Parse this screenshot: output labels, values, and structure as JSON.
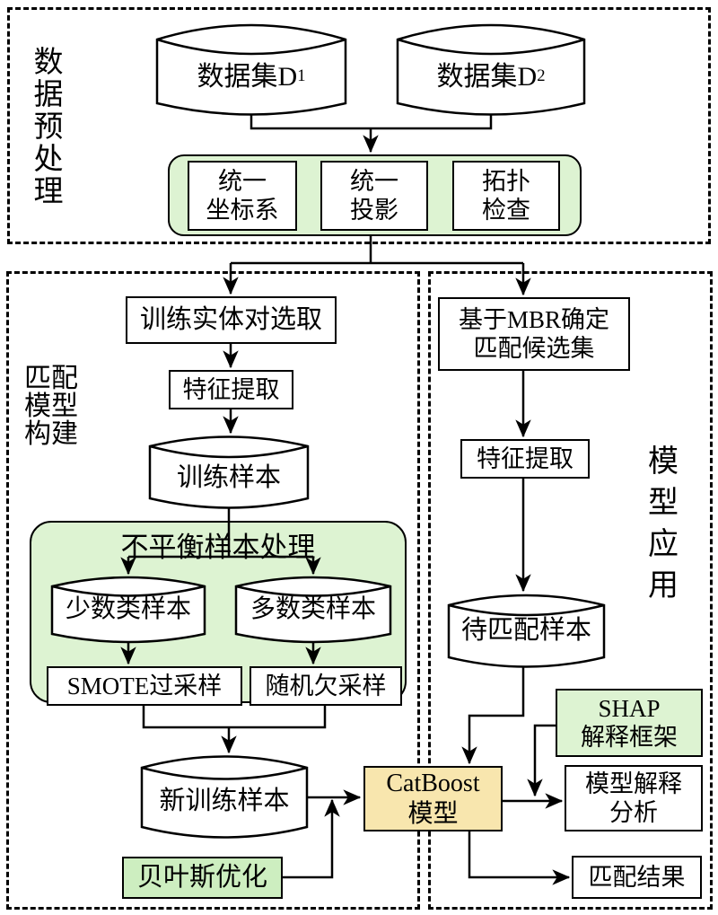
{
  "colors": {
    "green_panel": "#ddf3d2",
    "green_box": "#cdeec0",
    "orange_box": "#f8e6ae",
    "line": "#000000"
  },
  "sections": {
    "preprocess_label": "数据预处理",
    "build_label": "匹配模型构建",
    "apply_label": "模型应用"
  },
  "preprocess": {
    "dataset1_name": "数据集D",
    "dataset1_sup": "1",
    "dataset2_name": "数据集D",
    "dataset2_sup": "2",
    "step1_line1": "统一",
    "step1_line2": "坐标系",
    "step2_line1": "统一",
    "step2_line2": "投影",
    "step3_line1": "拓扑",
    "step3_line2": "检查"
  },
  "build": {
    "select_pairs": "训练实体对选取",
    "feature_extract": "特征提取",
    "train_samples": "训练样本",
    "imbalance_title": "不平衡样本处理",
    "minority": "少数类样本",
    "majority": "多数类样本",
    "smote": "SMOTE过采样",
    "undersample": "随机欠采样",
    "new_train_samples": "新训练样本",
    "bayes": "贝叶斯优化",
    "catboost_line1": "CatBoost",
    "catboost_line2": "模型"
  },
  "apply": {
    "mbr_line1": "基于MBR确定",
    "mbr_line2": "匹配候选集",
    "feature_extract": "特征提取",
    "to_match_samples": "待匹配样本",
    "shap_line1": "SHAP",
    "shap_line2": "解释框架",
    "explain_line1": "模型解释",
    "explain_line2": "分析",
    "result": "匹配结果"
  }
}
